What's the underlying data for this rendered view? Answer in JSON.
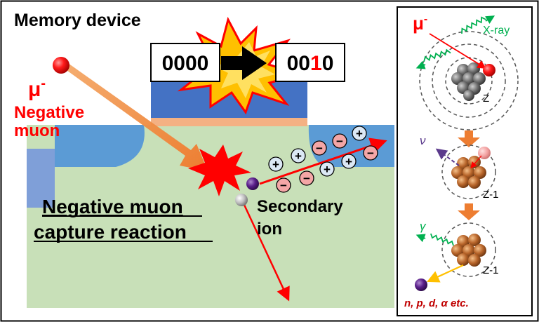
{
  "title": "Memory device",
  "bits": {
    "before": "0000",
    "after_prefix": "00",
    "after_flip": "1",
    "after_suffix": "0"
  },
  "muon": {
    "symbol": "μ",
    "charge": "-",
    "label_line1": "Negative",
    "label_line2": "muon"
  },
  "reaction": {
    "line1": "Negative muon",
    "line2": "capture reaction"
  },
  "secondary": {
    "line1": "Secondary",
    "line2": "ion"
  },
  "charges": {
    "plus": "+",
    "minus": "−"
  },
  "panel": {
    "muon_symbol": "μ",
    "muon_charge": "-",
    "xray_label": "X-ray",
    "nucleus_1": "Z",
    "nu_label": "ν",
    "nucleus_2": "Z-1",
    "gamma_label": "γ",
    "nucleus_3": "Z-1",
    "products": "n, p, d, α etc."
  },
  "colors": {
    "silicon": "#c8e0b8",
    "well": "#5b9bd5",
    "gate": "#4472c4",
    "gate_oxide": "#f4b183",
    "muon_red": "#ff0000",
    "track_orange": "#ed7d31",
    "explosion": "#ffc000",
    "hole_fill": "#dbe8f5",
    "electron_fill": "#f4a6a6",
    "xray_green": "#00b050",
    "product_red": "#c00000"
  }
}
